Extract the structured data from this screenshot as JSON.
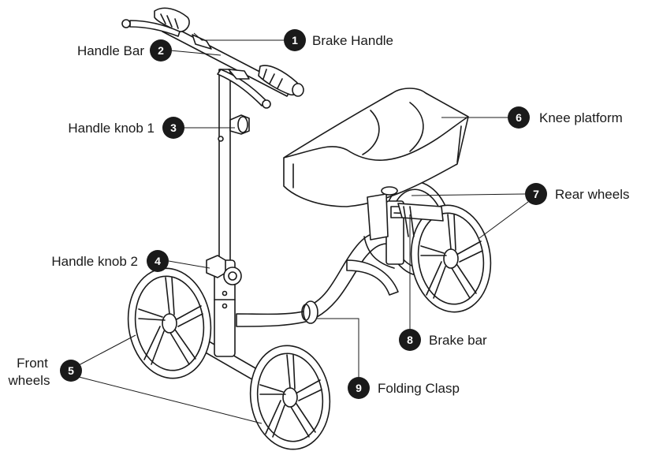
{
  "parts": [
    {
      "number": "1",
      "name": "Brake Handle"
    },
    {
      "number": "2",
      "name": "Handle Bar"
    },
    {
      "number": "3",
      "name": "Handle knob 1"
    },
    {
      "number": "4",
      "name": "Handle knob 2"
    },
    {
      "number": "5",
      "name_line1": "Front",
      "name_line2": "wheels"
    },
    {
      "number": "6",
      "name": "Knee platform"
    },
    {
      "number": "7",
      "name": "Rear wheels"
    },
    {
      "number": "8",
      "name": "Brake bar"
    },
    {
      "number": "9",
      "name": "Folding Clasp"
    }
  ]
}
